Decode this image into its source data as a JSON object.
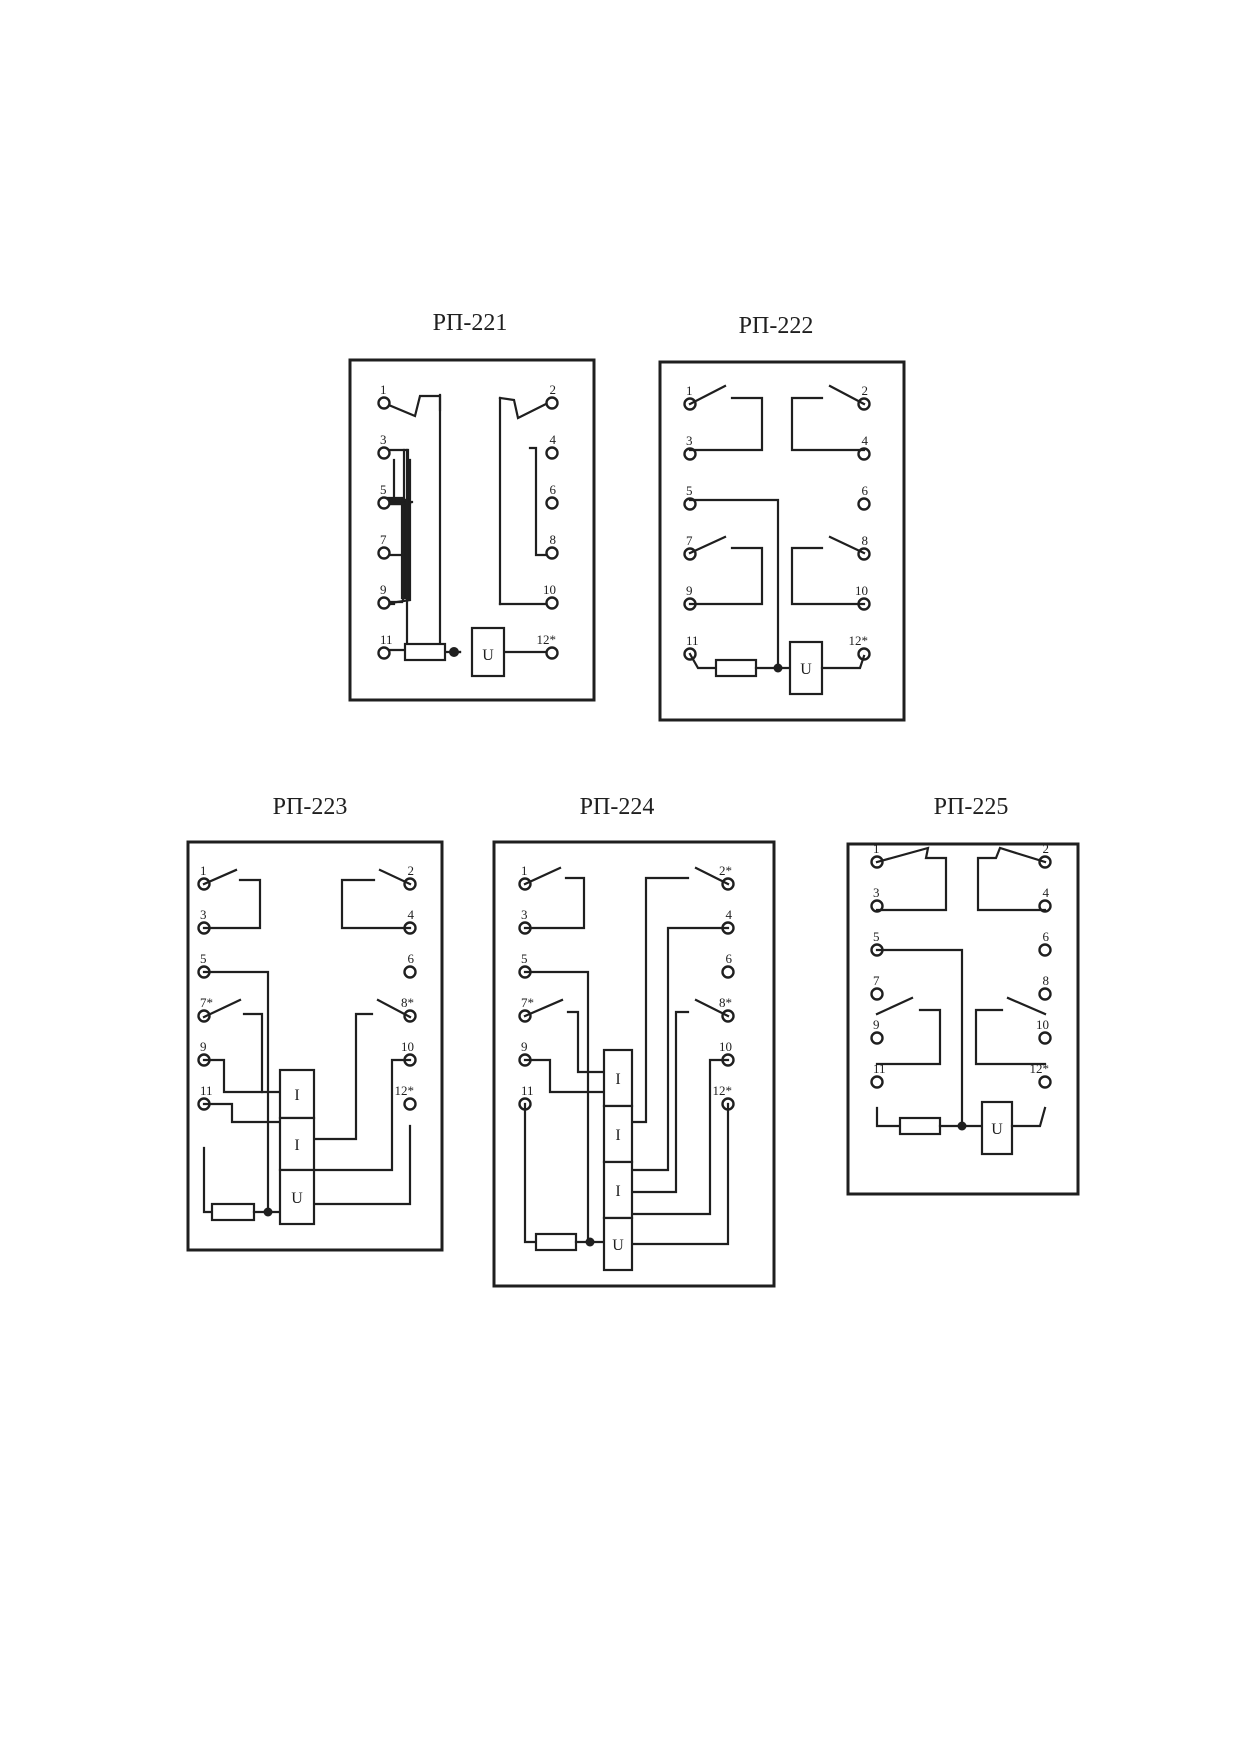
{
  "page": {
    "background": "#ffffff",
    "ink": "#1f1f1f"
  },
  "diagrams": [
    {
      "id": "rp221",
      "title": "РП-221",
      "pins": [
        "1",
        "2",
        "3",
        "4",
        "5",
        "6",
        "7",
        "8",
        "9",
        "10",
        "11",
        "12*"
      ],
      "elements": [
        "U"
      ]
    },
    {
      "id": "rp222",
      "title": "РП-222",
      "pins": [
        "1",
        "2",
        "3",
        "4",
        "5",
        "6",
        "7",
        "8",
        "9",
        "10",
        "11",
        "12*"
      ],
      "elements": [
        "U"
      ]
    },
    {
      "id": "rp223",
      "title": "РП-223",
      "pins": [
        "1",
        "2",
        "3",
        "4",
        "5",
        "6",
        "7*",
        "8*",
        "9",
        "10",
        "11",
        "12*"
      ],
      "elements": [
        "I",
        "I",
        "U"
      ]
    },
    {
      "id": "rp224",
      "title": "РП-224",
      "pins": [
        "1",
        "2*",
        "3",
        "4",
        "5",
        "6",
        "7*",
        "8*",
        "9",
        "10",
        "11",
        "12*"
      ],
      "elements": [
        "I",
        "I",
        "I",
        "U"
      ]
    },
    {
      "id": "rp225",
      "title": "РП-225",
      "pins": [
        "1",
        "2",
        "3",
        "4",
        "5",
        "6",
        "7",
        "8",
        "9",
        "10",
        "11",
        "12*"
      ],
      "elements": [
        "U"
      ]
    }
  ]
}
